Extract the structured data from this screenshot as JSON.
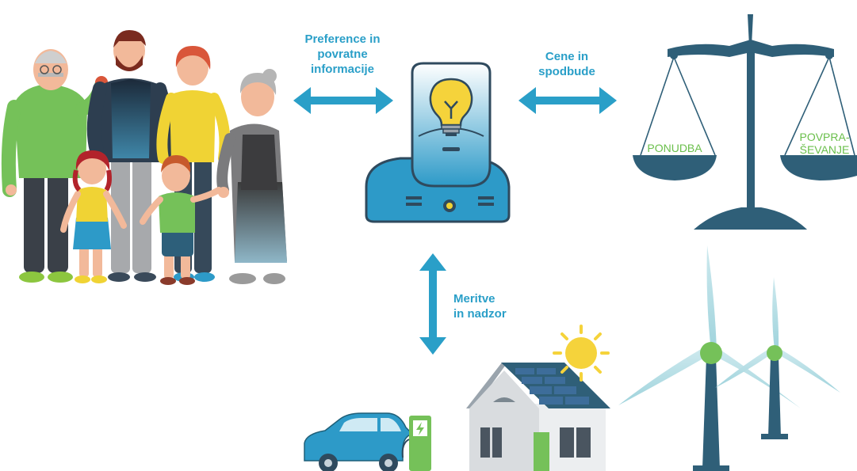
{
  "labels": {
    "preferences": [
      "Preference in",
      "povratne",
      "informacije"
    ],
    "prices": [
      "Cene in",
      "spodbude"
    ],
    "measurements": [
      "Meritve",
      "in nadzor"
    ]
  },
  "scale": {
    "left_pan": "PONUDBA",
    "right_pan": [
      "POVPRA-",
      "ŠEVANJE"
    ]
  },
  "colors": {
    "arrow": "#2a9fc8",
    "label_text": "#2a9fc8",
    "scale_body": "#2f5f78",
    "pan_text": "#6abf4b",
    "robot_blue": "#2d9ac8"
  }
}
